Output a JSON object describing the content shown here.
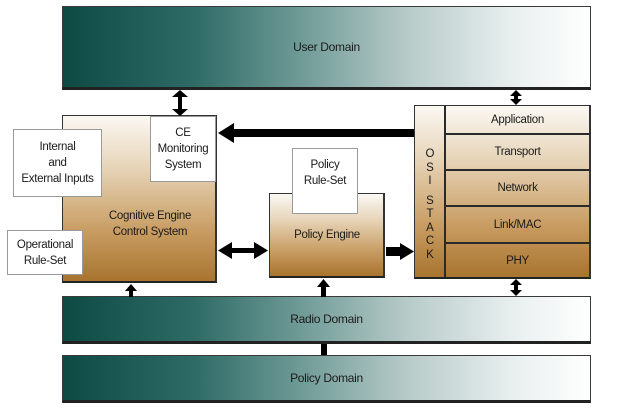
{
  "diagram": {
    "domains": {
      "user": "User Domain",
      "radio": "Radio Domain",
      "policy": "Policy Domain"
    },
    "cognitive_engine": {
      "title_line1": "Cognitive Engine",
      "title_line2": "Control System",
      "monitoring_line1": "CE",
      "monitoring_line2": "Monitoring",
      "monitoring_line3": "System"
    },
    "inputs": {
      "line1": "Internal",
      "line2": "and",
      "line3": "External Inputs"
    },
    "operational_ruleset": {
      "line1": "Operational",
      "line2": "Rule-Set"
    },
    "policy_engine": {
      "title": "Policy Engine",
      "ruleset_line1": "Policy",
      "ruleset_line2": "Rule-Set"
    },
    "osi_stack": {
      "label_letters": [
        "O",
        "S",
        "I",
        "",
        "S",
        "T",
        "A",
        "C",
        "K"
      ],
      "layers": [
        "Application",
        "Transport",
        "Network",
        "Link/MAC",
        "PHY"
      ]
    },
    "colors": {
      "domain_dark": "#0d4a44",
      "domain_light": "#ffffff",
      "engine_light": "#fbf8f3",
      "engine_dark": "#a8742f",
      "arrow": "#000000"
    }
  }
}
